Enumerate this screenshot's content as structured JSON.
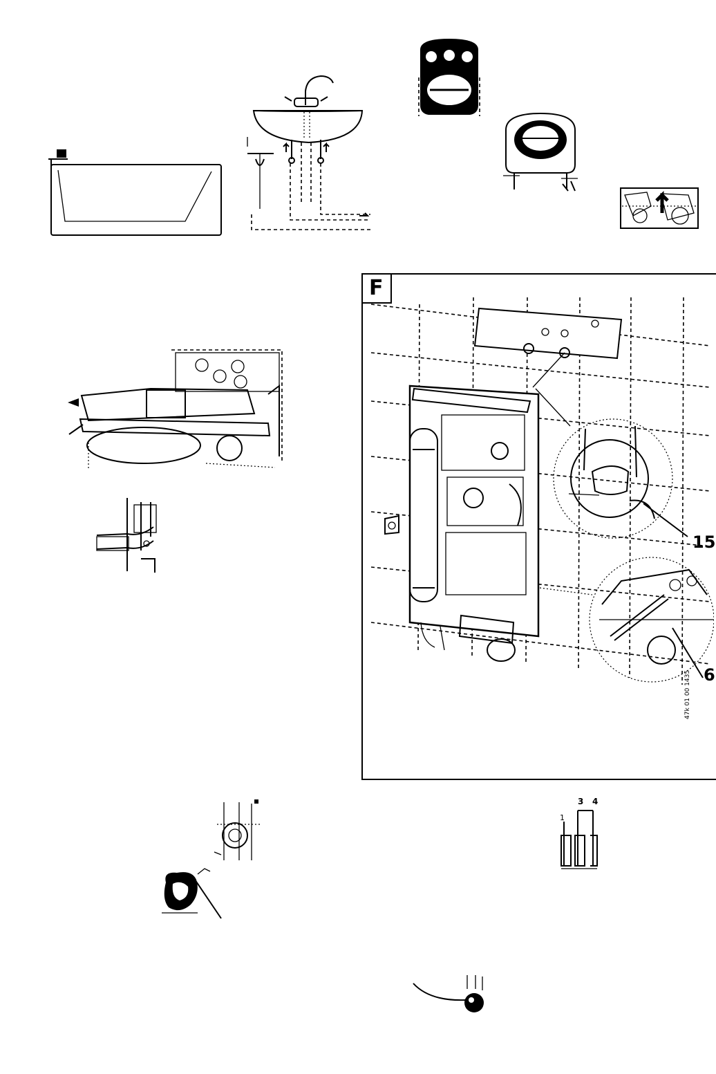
{
  "panel_f": {
    "letter": "F",
    "callouts": [
      "15",
      "6"
    ],
    "side_code": "47k 01 00 1435"
  },
  "small_schematic": {
    "terminals": [
      "1",
      "3",
      "4"
    ]
  }
}
